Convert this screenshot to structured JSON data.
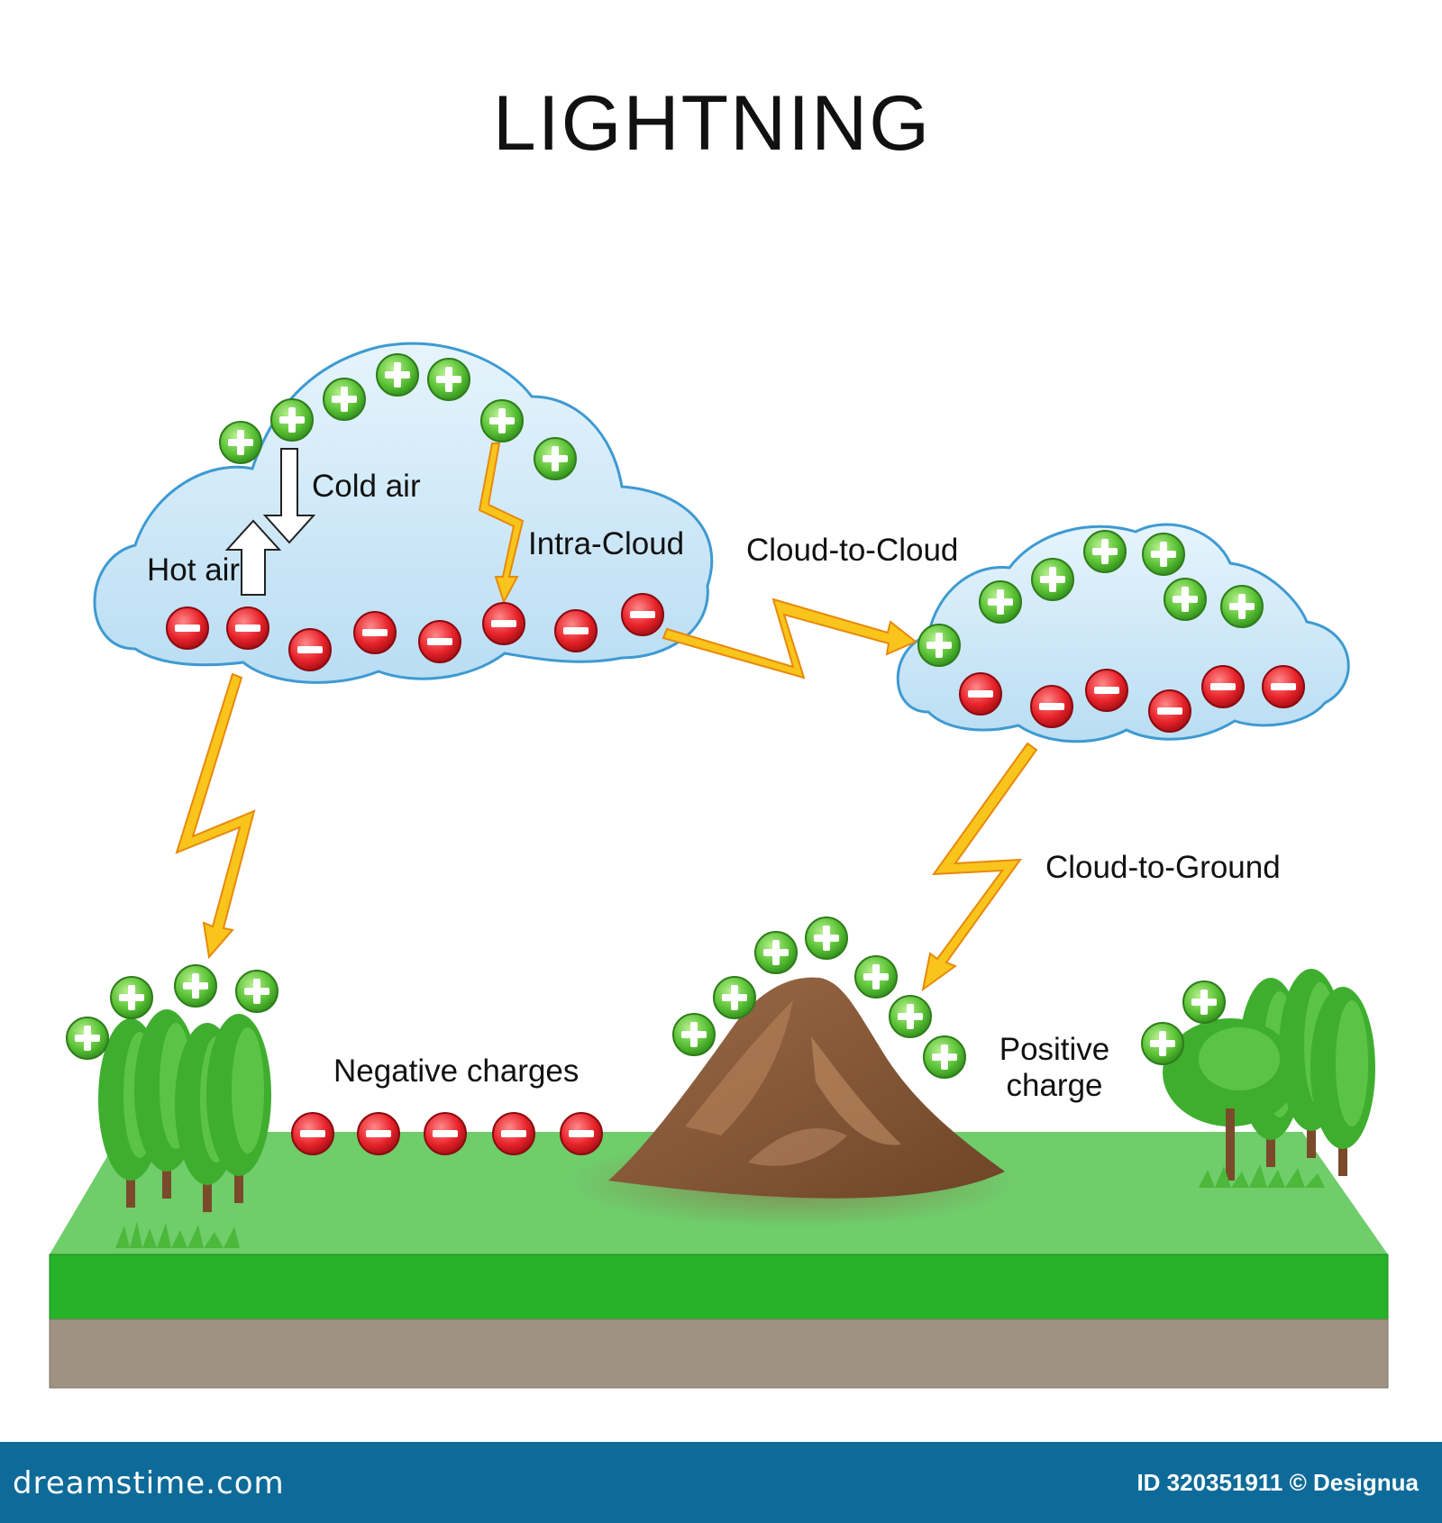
{
  "title": "LIGHTNING",
  "labels": {
    "cold_air": "Cold air",
    "hot_air": "Hot air",
    "intra_cloud": "Intra-Cloud",
    "cloud_to_cloud": "Cloud-to-Cloud",
    "cloud_to_ground": "Cloud-to-Ground",
    "negative_charges": "Negative charges",
    "positive_charge_line1": "Positive",
    "positive_charge_line2": "charge"
  },
  "footer": {
    "site": "dreamstime.com",
    "credit": "ID 320351911 © Designua"
  },
  "colors": {
    "cloud_fill": "#cfe8f7",
    "cloud_edge": "#3e9ad1",
    "positive_charge": "#5bc236",
    "negative_charge": "#e8232b",
    "lightning_bolt": "#f9c41b",
    "lightning_outline": "#e8890c",
    "grass_top": "#6fcd6a",
    "grass_side": "#26b32a",
    "soil": "#a09283",
    "mountain": "#8b5c3a",
    "footer_bar": "#0e6b99"
  },
  "icons": {
    "positive": "plus-sign-icon",
    "negative": "minus-sign-icon",
    "up_arrow": "up-arrow-icon",
    "down_arrow": "down-arrow-icon"
  }
}
